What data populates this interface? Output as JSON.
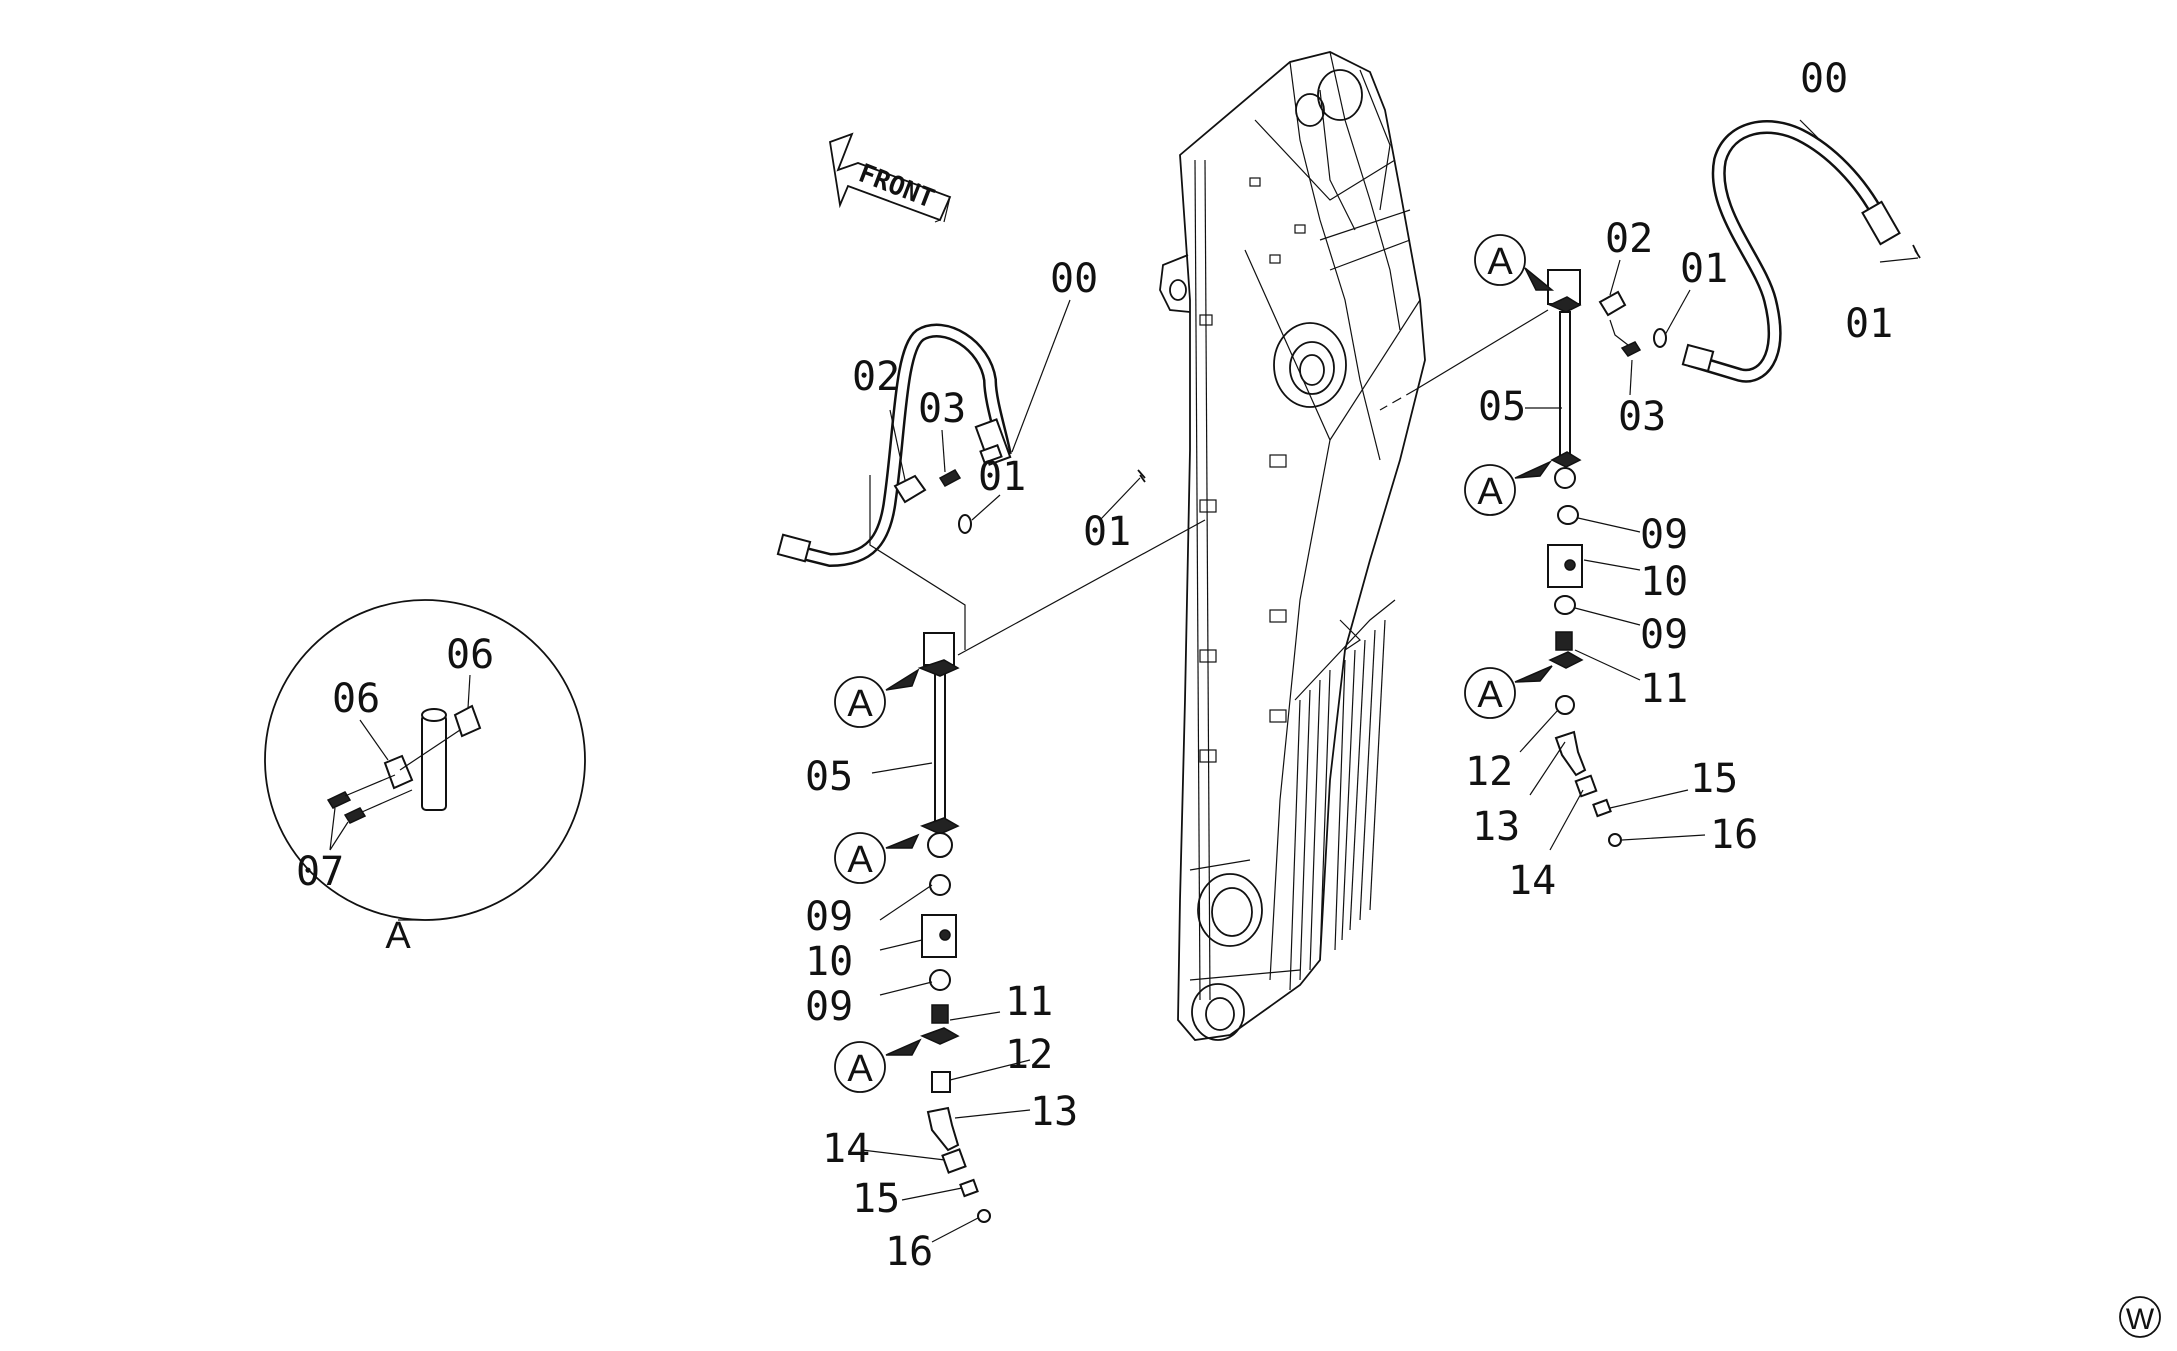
{
  "direction_label": "FRONT",
  "detail_label": "A",
  "watermark": "W",
  "callout_letter": "A",
  "part_numbers": {
    "p00": "00",
    "p01": "01",
    "p02": "02",
    "p03": "03",
    "p05": "05",
    "p06": "06",
    "p07": "07",
    "p09": "09",
    "p10": "10",
    "p11": "11",
    "p12": "12",
    "p13": "13",
    "p14": "14",
    "p15": "15",
    "p16": "16"
  }
}
